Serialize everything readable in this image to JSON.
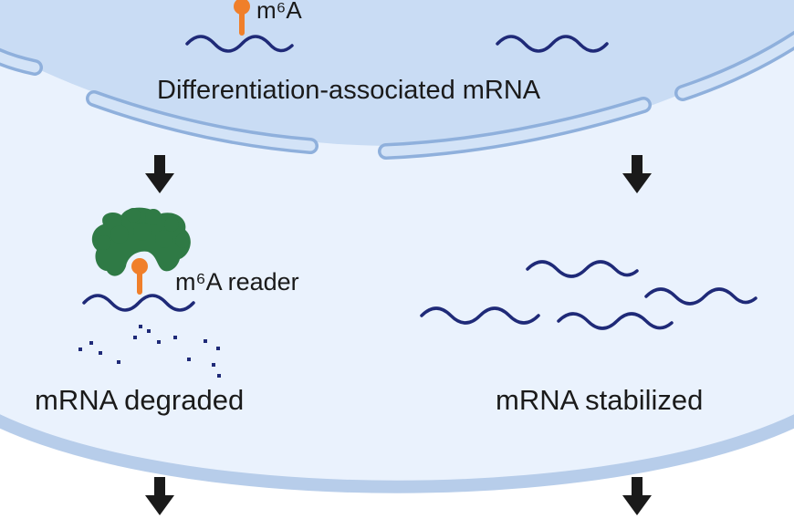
{
  "labels": {
    "m6a_top": "m⁶A",
    "diff_mrna": "Differentiation-associated mRNA",
    "reader": "m⁶A reader",
    "degraded": "mRNA degraded",
    "stabilized": "mRNA stabilized"
  },
  "colors": {
    "cytoplasm": "#eaf2fd",
    "nucleus": "#c9dcf4",
    "membrane_outline": "#8fb0dc",
    "mrna": "#1f2a78",
    "m6a_marker": "#f07f2a",
    "reader_protein": "#2f7a45",
    "arrow": "#1a1a1a"
  }
}
